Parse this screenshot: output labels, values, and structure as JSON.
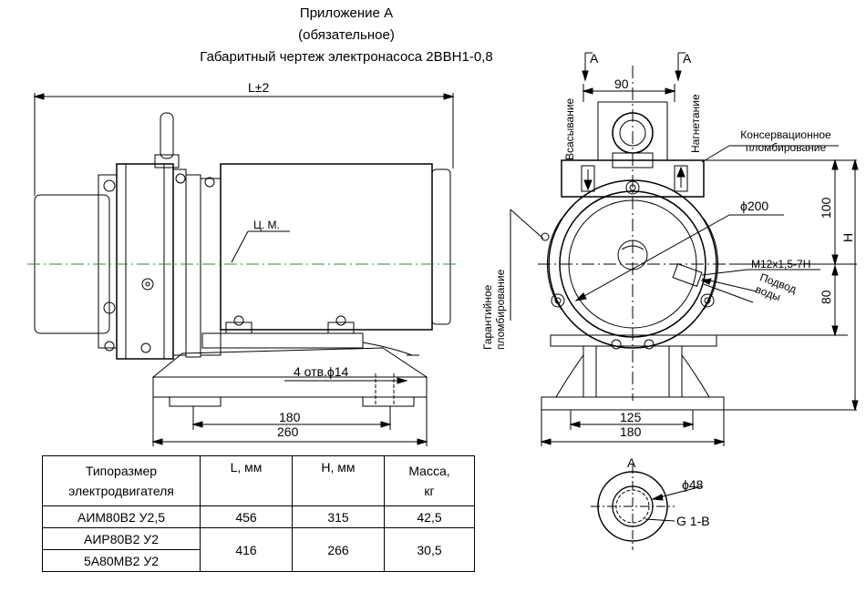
{
  "header": {
    "line1": "Приложение А",
    "line2": "(обязательное)",
    "line3": "Габаритный чертеж электронасоса 2ВВН1-0,8"
  },
  "side_view": {
    "dim_L": "L±2",
    "center_mark": "Ц. М.",
    "holes": "4 отв.ϕ14",
    "dim_180": "180",
    "dim_260": "260"
  },
  "front_view": {
    "section_marker": "А",
    "dim_90": "90",
    "suction": "Всасывание",
    "discharge": "Нагнетание",
    "conservation_seal": "Консервационное пломбирование",
    "dim_diameter_200": "ϕ200",
    "dim_100": "100",
    "dim_H": "H",
    "thread": "M12x1,5-7H",
    "dim_80": "80",
    "water_supply": "Подвод воды",
    "warranty_seal": "Гарантийное пломбирование",
    "dim_125": "125",
    "dim_180": "180"
  },
  "detail_A": {
    "title": "А",
    "diameter": "ϕ48",
    "thread": "G 1-B"
  },
  "spec_table": {
    "headers": {
      "model_l1": "Типоразмер",
      "model_l2": "электродвигателя",
      "L": "L, мм",
      "H": "H, мм",
      "mass_l1": "Масса,",
      "mass_l2": "кг"
    },
    "rows": [
      {
        "model": "АИМ80В2 У2,5",
        "L": "456",
        "H": "315",
        "mass": "42,5"
      },
      {
        "model": "АИР80В2 У2",
        "L": "416",
        "H": "266",
        "mass": "30,5"
      },
      {
        "model": "5А80МВ2 У2"
      }
    ]
  }
}
